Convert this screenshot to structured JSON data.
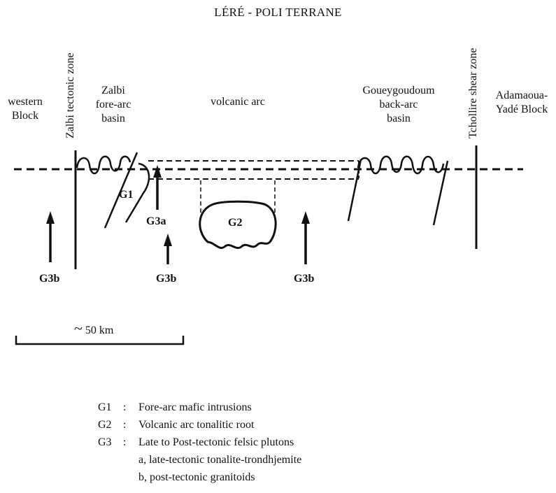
{
  "title": "LÉRÉ - POLI TERRANE",
  "zones": {
    "western_block": [
      "western",
      "Block"
    ],
    "zalbi_tectonic_zone": "Zalbi tectonic zone",
    "zalbi_basin": [
      "Zalbi",
      "fore-arc",
      "basin"
    ],
    "volcanic_arc": "volcanic arc",
    "goueygoudoum_basin": [
      "Goueygoudoum",
      "back-arc",
      "basin"
    ],
    "tchollire_shear_zone": "Tchollire shear zone",
    "adamaoua_block": [
      "Adamaoua-",
      "Yadé Block"
    ]
  },
  "intrusion_labels": {
    "g1": "G1",
    "g2": "G2",
    "g3a": "G3a",
    "g3b_left": "G3b",
    "g3b_mid": "G3b",
    "g3b_right": "G3b"
  },
  "scale": {
    "label": "50 km",
    "symbol": "~"
  },
  "legend": [
    {
      "code": "G1",
      "colon": ":",
      "text": "Fore-arc mafic intrusions"
    },
    {
      "code": "G2",
      "colon": ":",
      "text": "Volcanic arc tonalitic root"
    },
    {
      "code": "G3",
      "colon": ":",
      "text": "Late to Post-tectonic felsic plutons"
    }
  ],
  "legend_sub": [
    "a, late-tectonic tonalite-trondhjemite",
    "b, post-tectonic granitoids"
  ]
}
